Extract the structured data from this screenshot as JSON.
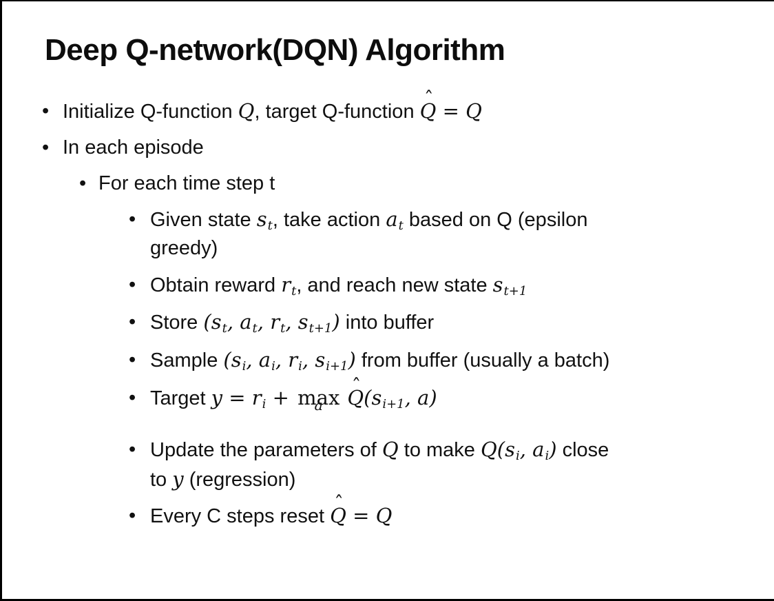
{
  "slide": {
    "title": "Deep Q-network(DQN) Algorithm",
    "bullet_glyph": "•",
    "text_color": "#111111",
    "background_color": "#ffffff",
    "border_color": "#000000",
    "bullets": [
      {
        "level": 1,
        "segments": [
          {
            "t": "Initialize Q-function "
          },
          {
            "t": "Q",
            "s": "v"
          },
          {
            "t": ", target Q-function "
          },
          {
            "t": "Q",
            "s": "v",
            "a": "ˆ"
          },
          {
            "t": " = Q",
            "s": "v"
          }
        ]
      },
      {
        "level": 1,
        "segments": [
          {
            "t": "In each episode"
          }
        ]
      },
      {
        "level": 2,
        "segments": [
          {
            "t": "For each time step t"
          }
        ]
      },
      {
        "level": 3,
        "segments": [
          {
            "t": "Given state "
          },
          {
            "t": "s",
            "s": "v"
          },
          {
            "t": "t",
            "s": "vs"
          },
          {
            "t": ", take action "
          },
          {
            "t": "a",
            "s": "v"
          },
          {
            "t": "t",
            "s": "vs"
          },
          {
            "t": " based on Q (epsilon"
          },
          {
            "s": "br"
          },
          {
            "t": "greedy)"
          }
        ]
      },
      {
        "level": 3,
        "segments": [
          {
            "t": "Obtain reward "
          },
          {
            "t": "r",
            "s": "v"
          },
          {
            "t": "t",
            "s": "vs"
          },
          {
            "t": ", and reach new state "
          },
          {
            "t": "s",
            "s": "v"
          },
          {
            "t": "t+1",
            "s": "vs"
          }
        ]
      },
      {
        "level": 3,
        "segments": [
          {
            "t": "Store "
          },
          {
            "t": "(s",
            "s": "v"
          },
          {
            "t": "t",
            "s": "vs"
          },
          {
            "t": ", a",
            "s": "v"
          },
          {
            "t": "t",
            "s": "vs"
          },
          {
            "t": ", r",
            "s": "v"
          },
          {
            "t": "t",
            "s": "vs"
          },
          {
            "t": ", s",
            "s": "v"
          },
          {
            "t": "t+1",
            "s": "vs"
          },
          {
            "t": ")",
            "s": "v"
          },
          {
            "t": " into buffer"
          }
        ]
      },
      {
        "level": 3,
        "segments": [
          {
            "t": "Sample "
          },
          {
            "t": "(s",
            "s": "v"
          },
          {
            "t": "i",
            "s": "vs"
          },
          {
            "t": ", a",
            "s": "v"
          },
          {
            "t": "i",
            "s": "vs"
          },
          {
            "t": ", r",
            "s": "v"
          },
          {
            "t": "i",
            "s": "vs"
          },
          {
            "t": ", s",
            "s": "v"
          },
          {
            "t": "i+1",
            "s": "vs"
          },
          {
            "t": ")",
            "s": "v"
          },
          {
            "t": " from buffer (usually a batch)"
          }
        ]
      },
      {
        "level": 3,
        "segments": [
          {
            "t": "Target "
          },
          {
            "t": "y = r",
            "s": "v"
          },
          {
            "t": "i",
            "s": "vs"
          },
          {
            "t": " + ",
            "s": "v"
          },
          {
            "t": "max",
            "s": "v-up",
            "u": "a"
          },
          {
            "t": " "
          },
          {
            "t": "Q",
            "s": "v",
            "a": "ˆ"
          },
          {
            "t": "(s",
            "s": "v"
          },
          {
            "t": "i+1",
            "s": "vs"
          },
          {
            "t": ", a)",
            "s": "v"
          }
        ]
      },
      {
        "level": 3,
        "segments": [
          {
            "t": "Update the parameters of "
          },
          {
            "t": "Q",
            "s": "v"
          },
          {
            "t": " to make "
          },
          {
            "t": "Q(s",
            "s": "v"
          },
          {
            "t": "i",
            "s": "vs"
          },
          {
            "t": ", a",
            "s": "v"
          },
          {
            "t": "i",
            "s": "vs"
          },
          {
            "t": ")",
            "s": "v"
          },
          {
            "t": " close"
          },
          {
            "s": "br"
          },
          {
            "t": "to "
          },
          {
            "t": "y",
            "s": "v"
          },
          {
            "t": " (regression)"
          }
        ]
      },
      {
        "level": 3,
        "segments": [
          {
            "t": "Every C steps reset "
          },
          {
            "t": "Q",
            "s": "v",
            "a": "ˆ"
          },
          {
            "t": " = Q",
            "s": "v"
          }
        ]
      }
    ]
  }
}
